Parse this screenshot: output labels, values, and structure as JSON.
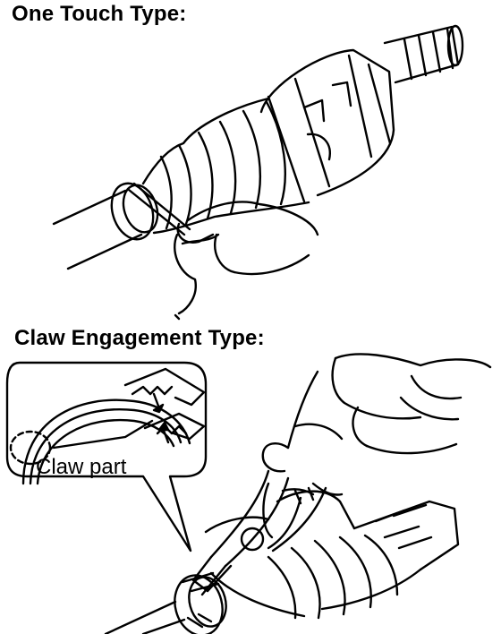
{
  "section_one": {
    "title": "One Touch Type:"
  },
  "section_two": {
    "title": "Claw Engagement Type:",
    "callout_label": "Claw part"
  },
  "colors": {
    "ink": "#000000",
    "paper": "#ffffff"
  }
}
